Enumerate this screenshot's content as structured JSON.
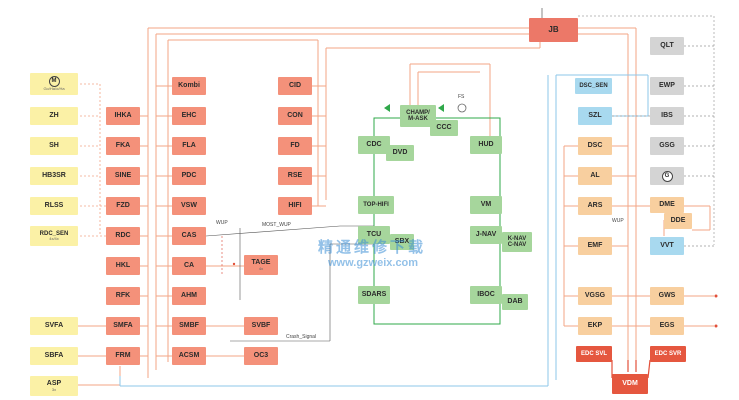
{
  "diagram": {
    "blocks": {
      "motor": "M",
      "motor_sub": "Go/Ha/o/Ha",
      "zh": "ZH",
      "sh": "SH",
      "hb3sr": "HB3SR",
      "rlss": "RLSS",
      "rdc_sen": "RDC_SEN",
      "rdc_sen_sub": "4x/4x",
      "svfa": "SVFA",
      "sbfa": "SBFA",
      "asp": "ASP",
      "asp_sub": "3x",
      "ihka": "IHKA",
      "fka": "FKA",
      "sine": "SINE",
      "fzd": "FZD",
      "rdc": "RDC",
      "hkl": "HKL",
      "rfk": "RFK",
      "smfa": "SMFA",
      "frm": "FRM",
      "kombi": "Kombi",
      "ehc": "EHC",
      "fla": "FLA",
      "pdc": "PDC",
      "vsw": "VSW",
      "cas": "CAS",
      "ca": "CA",
      "ahm": "AHM",
      "smbf": "SMBF",
      "acsm": "ACSM",
      "tage": "TAGE",
      "tage_sub": "4x",
      "svbf": "SVBF",
      "oc3": "OC3",
      "cid": "CID",
      "con": "CON",
      "fd": "FD",
      "rse": "RSE",
      "hifi": "HIFI",
      "champ": "CHAMP/\nM-ASK",
      "ccc": "CCC",
      "cdc": "CDC",
      "dvd": "DVD",
      "hud": "HUD",
      "top_hifi": "TOP-HIFI",
      "tcu": "TCU",
      "sbx": "SBX",
      "sdars": "SDARS",
      "vm": "VM",
      "j_nav": "J-NAV",
      "k_nav": "K-NAV\nC-NAV",
      "iboc": "IBOC",
      "dab": "DAB",
      "jb": "JB",
      "dsc_sen": "DSC_SEN",
      "szl": "SZL",
      "dsc": "DSC",
      "al": "AL",
      "ars": "ARS",
      "emf": "EMF",
      "vgsg": "VGSG",
      "ekp": "EKP",
      "edc_svl": "EDC SVL",
      "edc_svr": "EDC SVR",
      "vdm": "VDM",
      "dme": "DME",
      "dde": "DDE",
      "vvt": "VVT",
      "gws": "GWS",
      "egs": "EGS",
      "qlt": "QLT",
      "ewp": "EWP",
      "ibs": "IBS",
      "gsg": "GSG",
      "g": "G"
    },
    "labels": {
      "fs": "FS",
      "wup_left": "WUP",
      "most_wup": "MOST_WUP",
      "crash_signal": "Crash_Signal",
      "wup_right": "WUP"
    },
    "watermark": {
      "line1": "精通维修下载",
      "line2": "www.gzweix.com"
    },
    "colors": {
      "k_can": "#f4a07e",
      "most": "#2fa84a",
      "pt_can": "#8ec7ea",
      "flexray": "#e2503a",
      "lin": "#888888",
      "body_can": "#f3b68c"
    }
  }
}
